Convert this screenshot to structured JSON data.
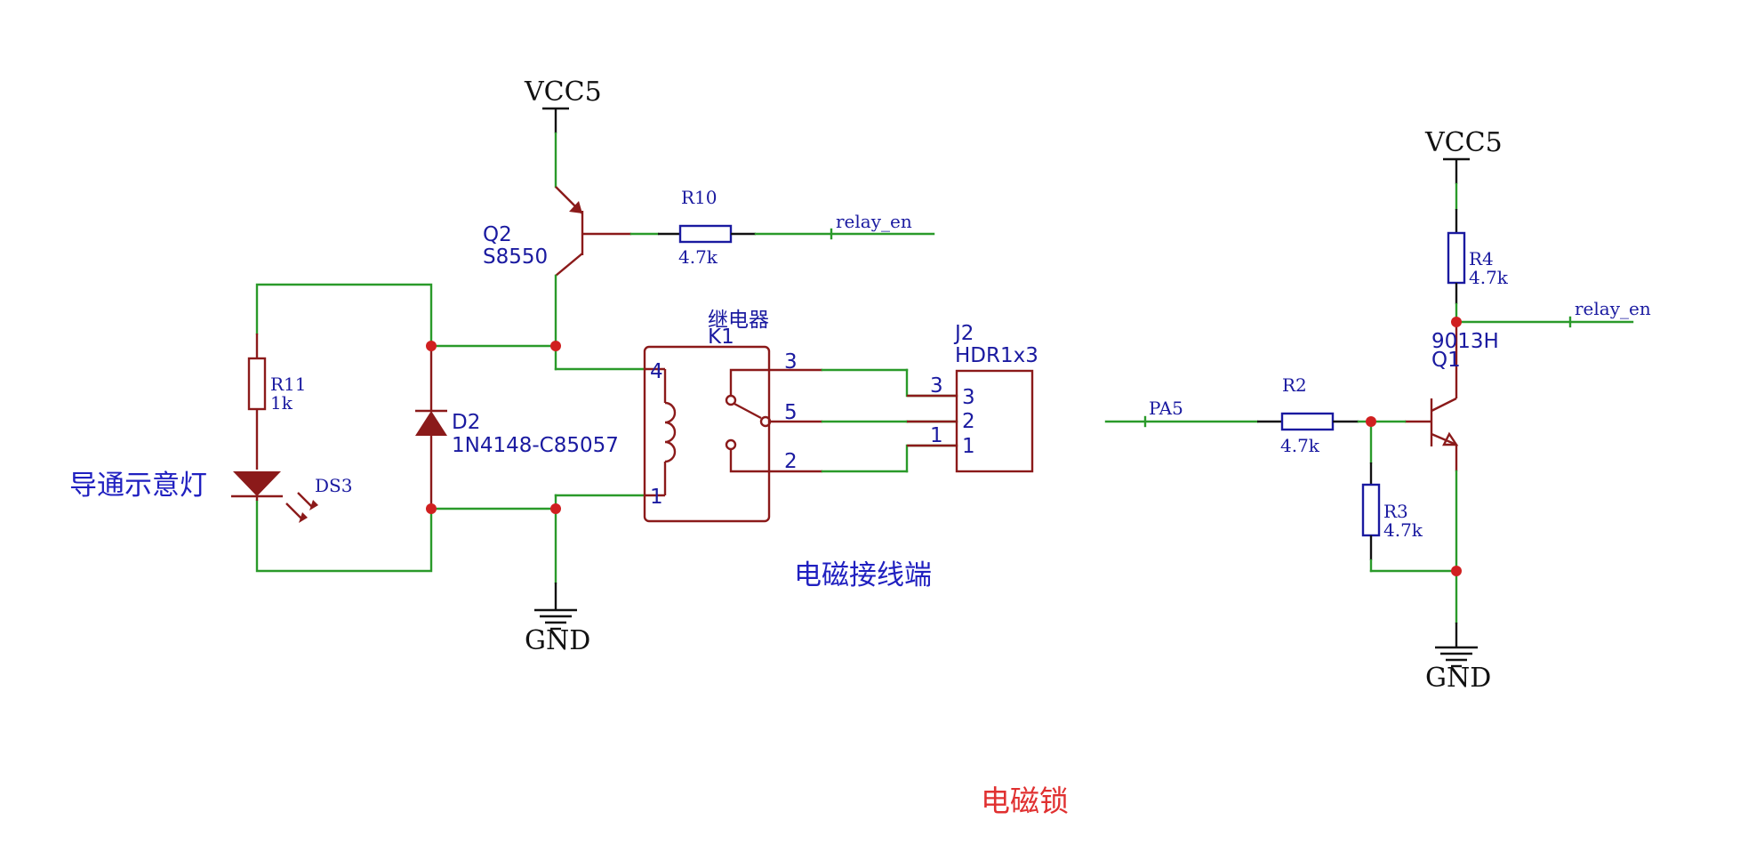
{
  "labels": {
    "vcc_left": "VCC5",
    "vcc_right": "VCC5",
    "gnd_left": "GND",
    "gnd_right": "GND",
    "q2_ref": "Q2",
    "q2_part": "S8550",
    "r10_ref": "R10",
    "r10_val": "4.7k",
    "relay_en_left": "relay_en",
    "r11_ref": "R11",
    "r11_val": "1k",
    "d2_ref": "D2",
    "d2_part": "1N4148-C85057",
    "ds3_ref": "DS3",
    "led_note": "导通示意灯",
    "k1_name": "继电器",
    "k1_ref": "K1",
    "k1_pins": [
      "4",
      "1",
      "3",
      "5",
      "2"
    ],
    "j2_ref": "J2",
    "j2_part": "HDR1x3",
    "j2_pins_outside": [
      "3",
      "1"
    ],
    "j2_pins_inside": [
      "3",
      "2",
      "1"
    ],
    "connector_note": "电磁接线端",
    "pa5": "PA5",
    "r2_ref": "R2",
    "r2_val": "4.7k",
    "r3_ref": "R3",
    "r3_val": "4.7k",
    "r4_ref": "R4",
    "r4_val": "4.7k",
    "relay_en_right": "relay_en",
    "q1_part": "9013H",
    "q1_ref": "Q1",
    "title": "电磁锁"
  },
  "colors": {
    "wire": "#2a9a2a",
    "component": "#8b1a1a",
    "resistor": "#1a1aa0",
    "junction": "#d02020",
    "note": "#2020c0",
    "title": "#e03030"
  }
}
